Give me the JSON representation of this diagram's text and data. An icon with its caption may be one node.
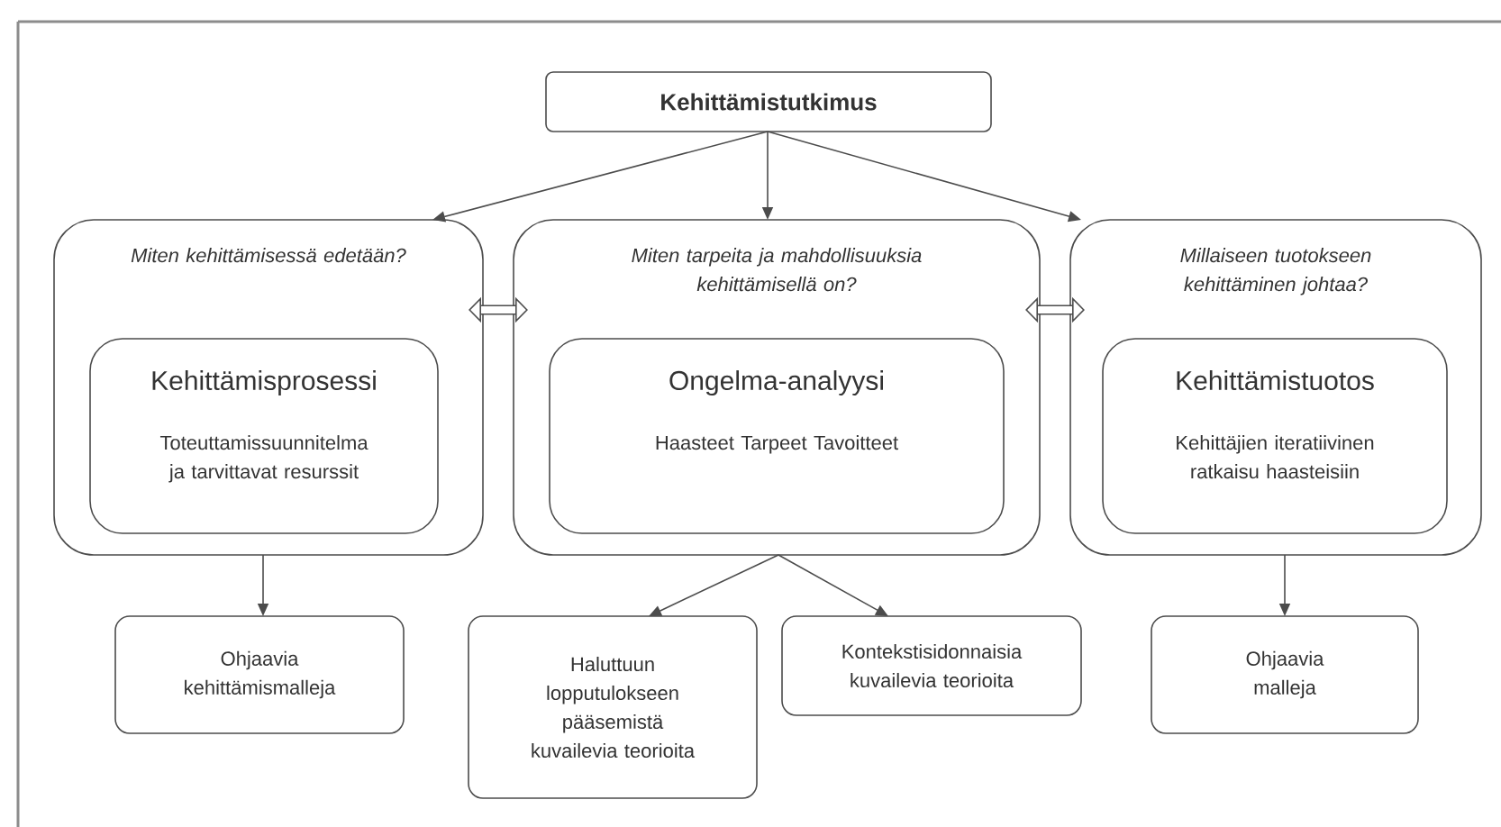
{
  "diagram": {
    "nodes": [
      {
        "text": [
          "Kehittämistutkimus"
        ]
      },
      {
        "text": [
          "Miten kehittämisessä edetään?"
        ]
      },
      {
        "text": [
          "Kehittämisprosessi",
          "Toteuttamissuunnitelma ja tarvittavat resurssit"
        ],
        "in": 1
      },
      {
        "text": [
          "Miten tarpeita ja mahdollisuuksia kehittämisellä on?"
        ]
      },
      {
        "text": [
          "Ongelma-analyysi",
          "Haasteet Tarpeet Tavoitteet"
        ],
        "in": 3
      },
      {
        "text": [
          "Millaiseen tuotokseen kehittäminen johtaa?"
        ]
      },
      {
        "text": [
          "Kehittämistuotos",
          "Kehittäjien iteratiivinen ratkaisu haasteisiin"
        ],
        "in": 5
      },
      {
        "text": [
          "Ohjaavia kehittämismalleja"
        ]
      },
      {
        "text": [
          "Haluttuun lopputulokseen pääsemistä kuvailevia teorioita"
        ]
      },
      {
        "text": [
          "Kontekstisidonnaisia kuvailevia teorioita"
        ]
      },
      {
        "text": [
          "Ohjaavia malleja"
        ]
      }
    ],
    "edges": [
      {
        "from": 0,
        "to": 1,
        "arrow": "to"
      },
      {
        "from": 0,
        "to": 3,
        "arrow": "to"
      },
      {
        "from": 0,
        "to": 5,
        "arrow": "to"
      },
      {
        "from": 1,
        "to": 3,
        "arrow": "both",
        "style": "thick"
      },
      {
        "from": 3,
        "to": 5,
        "arrow": "both",
        "style": "thick"
      },
      {
        "from": 1,
        "to": 7,
        "arrow": "to"
      },
      {
        "from": 3,
        "to": 8,
        "arrow": "to"
      },
      {
        "from": 3,
        "to": 9,
        "arrow": "to"
      },
      {
        "from": 5,
        "to": 10,
        "arrow": "to"
      }
    ]
  }
}
